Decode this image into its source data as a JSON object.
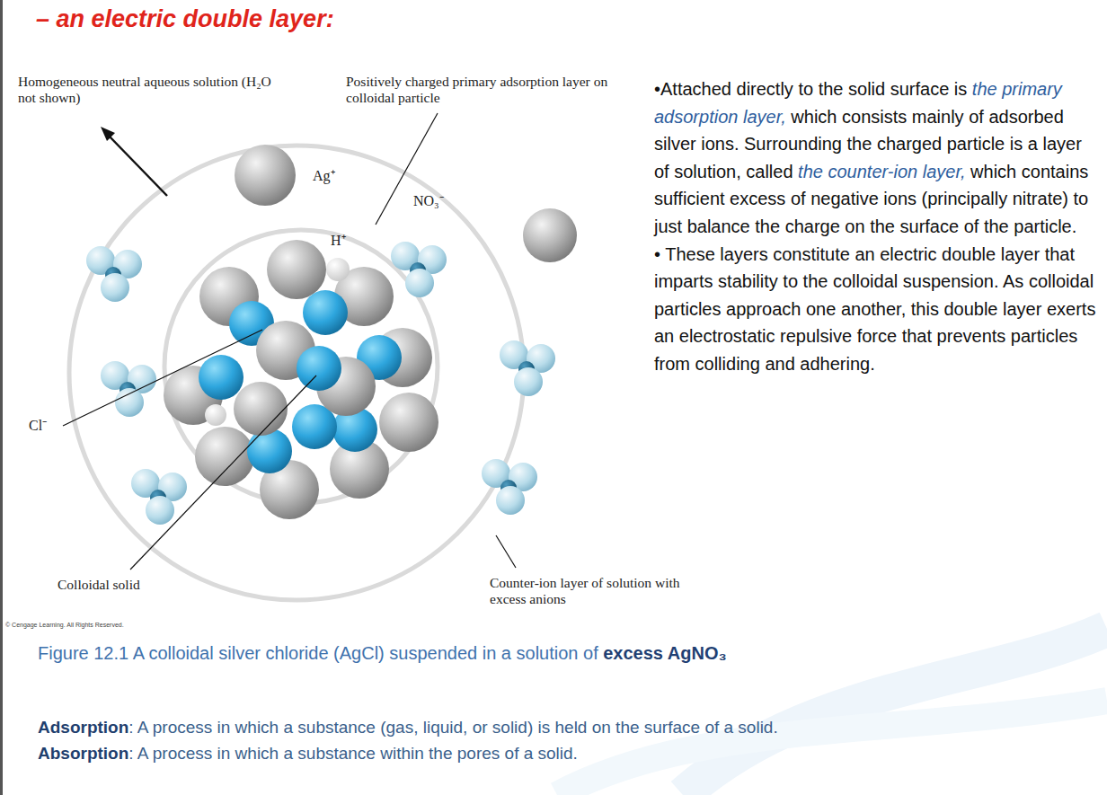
{
  "diagram": {
    "title": "– an electric double layer:",
    "caption": "Figure 12.1 A colloidal silver chloride (AgCl) suspended in a solution of",
    "labels": [
      "Homogeneous neutral aqueous solution (H₂O not shown)",
      "Positively charged primary adsorption layer on colloidal particle",
      "Ag⁺",
      "NO₃⁻",
      "H⁺",
      "Cl⁻",
      "Colloidal solid",
      "Counter-ion layer of solution with excess anions",
      "© Cengage Learning. All Rights Reserved.",
      "•Attached directly to the solid surface is",
      "the primary adsorption layer,",
      "which consists mainly of adsorbed silver ions. Surrounding the charged particle is a layer of solution, called",
      "the counter-ion layer,",
      "which contains sufficient excess of negative ions (principally nitrate) to just balance the charge on the surface of the particle.",
      "• These layers constitute an electric double layer that imparts stability to the colloidal suspension. As colloidal particles approach one another, this double layer exerts an electrostatic repulsive force that prevents particles from colliding and adhering.",
      "excess AgNO₃",
      "Adsorption",
      ": A process in which a substance (gas, liquid, or solid) is held on the surface of a solid.",
      "Absorption",
      ": A process in which a substance within the pores of a solid."
    ]
  }
}
